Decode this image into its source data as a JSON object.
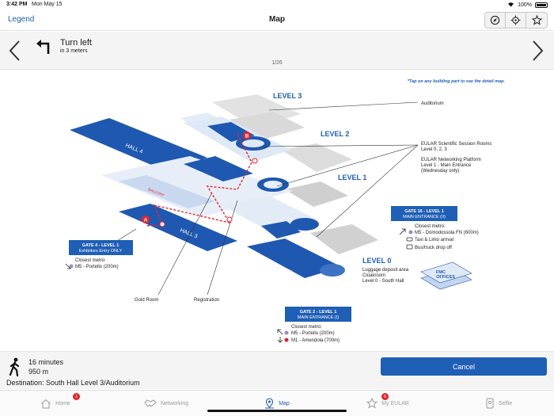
{
  "status": {
    "time": "3:42 PM",
    "date": "Mon May 15",
    "battery": "100%"
  },
  "nav": {
    "legend": "Legend",
    "title": "Map",
    "icons": [
      "compass-icon",
      "locate-icon",
      "star-icon"
    ]
  },
  "instruction": {
    "main": "Turn left",
    "sub": "in 3 meters",
    "pager": "1/26"
  },
  "map": {
    "hint": "*Tap on any building part to see the detail map.",
    "levels": {
      "l3": "LEVEL 3",
      "l2": "LEVEL 2",
      "l1": "LEVEL 1",
      "l0": "LEVEL 0"
    },
    "areas": {
      "hall4": "HALL 4",
      "hall3": "HALL 3",
      "south_hall": "SOUTH HALL",
      "balcony": "BALCONY",
      "fmc": [
        "FMC",
        "OFFICES"
      ]
    },
    "labels": {
      "auditorium": "Auditorium",
      "eular_sessions": "EULAR Scientific Session Rooms",
      "eular_sessions_levels": "Level 0, 2, 3",
      "networking": "EULAR Networking Platform",
      "networking_sub": "Level 1 - Main Entrance",
      "networking_sub2": "(Wednesday only)",
      "luggage": "Luggage deposit area",
      "cloakroom": "Cloakroom",
      "south_hall_level": "Level 0 - South Hall",
      "gold_room": "Gold Room",
      "registration": "Registration"
    },
    "gate16": {
      "title": "GATE 16 - LEVEL 1",
      "sub": "MAIN ENTRANCE (II)",
      "metro_label": "Closest metro:",
      "metro": "M5 - Domodossola FN (600m)",
      "taxi": "Taxi & Limo arrival",
      "bus": "Bus/truck drop off"
    },
    "gate4": {
      "title": "GATE 4 - LEVEL 1",
      "sub": "Exhibitors Entry ONLY",
      "metro_label": "Closest metro:",
      "metro": "M5 - Portello (200m)"
    },
    "gate2": {
      "title": "GATE 2 - LEVEL 1",
      "sub": "MAIN ENTRANCE (I)",
      "metro_label": "Closest metro:",
      "metro1": "M5 - Portello (200m)",
      "metro2": "M1 - Amendola (700m)"
    },
    "markers": {
      "start": "A",
      "end": "B"
    },
    "colors": {
      "hall_blue": "#1e58b0",
      "light_blue": "#dfe9f6",
      "route_red": "#e8242b",
      "gate_box": "#1f5fb5",
      "metro_m5": "#9b8dc0",
      "metro_m1": "#d8232a"
    }
  },
  "route": {
    "minutes": "16 minutes",
    "distance": "950 m",
    "destination": "Destination: South Hall Level 3/Auditorium",
    "cancel": "Cancel"
  },
  "tabs": [
    {
      "label": "Home",
      "icon": "home-icon",
      "badge": "1"
    },
    {
      "label": "Networking",
      "icon": "handshake-icon",
      "badge": ""
    },
    {
      "label": "Map",
      "icon": "map-pin-icon",
      "badge": ""
    },
    {
      "label": "My EULAR",
      "icon": "star-icon",
      "badge": "6"
    },
    {
      "label": "Selfie",
      "icon": "selfie-icon",
      "badge": ""
    }
  ]
}
